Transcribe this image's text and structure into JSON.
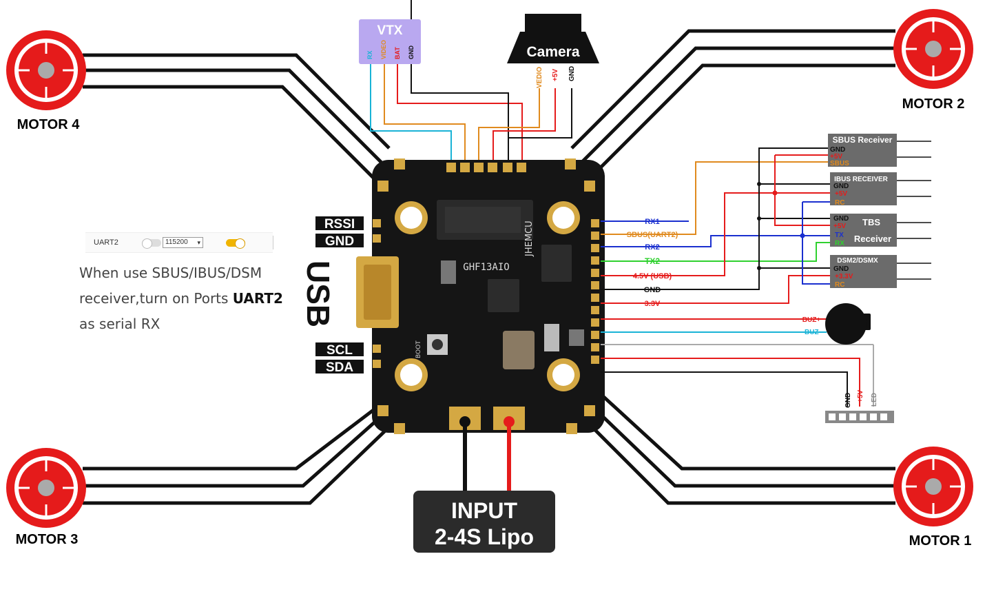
{
  "vtx": {
    "title": "VTX",
    "pins": [
      "RX",
      "VIDEO",
      "BAT",
      "GND"
    ]
  },
  "camera": {
    "title": "Camera",
    "pins": [
      "VEDIO",
      "+5V",
      "GND"
    ]
  },
  "motors": {
    "m1": "MOTOR 1",
    "m2": "MOTOR 2",
    "m3": "MOTOR 3",
    "m4": "MOTOR 4"
  },
  "board": {
    "name": "GHF13AIO",
    "brand": "JHEMCU",
    "boot": "BOOT"
  },
  "left_pads": {
    "rssi": "RSSI",
    "gnd": "GND",
    "usb": "USB",
    "scl": "SCL",
    "sda": "SDA"
  },
  "right_pins": [
    "RX1",
    "SBUS(UART2)",
    "RX2",
    "TX2",
    "4.5V (USB)",
    "GND",
    "3.3V"
  ],
  "buzzer": {
    "plus": "BUZ+",
    "minus": "BUZ-"
  },
  "led": {
    "pins": [
      "GND",
      "+5V",
      "LED"
    ]
  },
  "receivers": {
    "sbus": {
      "title": "SBUS Receiver",
      "pins": [
        "GND",
        "+5V",
        "SBUS"
      ]
    },
    "ibus": {
      "title": "IBUS RECEIVER",
      "pins": [
        "GND",
        "+5V",
        "RC"
      ]
    },
    "tbs": {
      "title1": "TBS",
      "title2": "Receiver",
      "pins": [
        "GND",
        "+5V",
        "TX",
        "RX"
      ]
    },
    "dsm": {
      "title": "DSM2/DSMX",
      "pins": [
        "GND",
        "+3.3V",
        "RC"
      ]
    }
  },
  "input": {
    "line1": "INPUT",
    "line2": "2-4S Lipo"
  },
  "uart_setting": {
    "name": "UART2",
    "baud": "115200"
  },
  "note": {
    "text1": "When use SBUS/IBUS/DSM receiver,turn on Ports ",
    "bold": "UART2",
    "text2": " as serial RX"
  },
  "colors": {
    "red": "#e51b1b",
    "black": "#111111",
    "orange": "#e08a1e",
    "blue": "#1a2fcf",
    "cyan": "#19b3d6",
    "green": "#2fd12f",
    "vtx_purple": "#b9a8f0",
    "receiver_grey": "#6b6b6b"
  }
}
